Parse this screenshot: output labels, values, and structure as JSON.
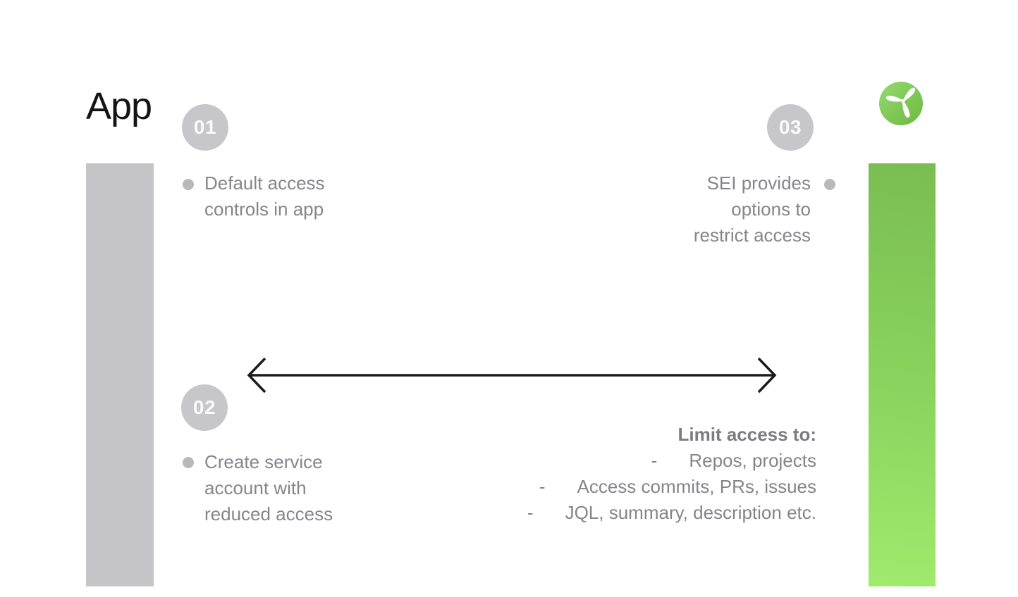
{
  "title": "App",
  "steps": [
    {
      "number": "01",
      "lines": [
        "Default access",
        "controls in app"
      ],
      "align": "left"
    },
    {
      "number": "02",
      "lines": [
        "Create service",
        "account with",
        "reduced access"
      ],
      "align": "left"
    },
    {
      "number": "03",
      "lines": [
        "SEI provides",
        "options to",
        "restrict access"
      ],
      "align": "right"
    }
  ],
  "limit_list": {
    "title": "Limit access to:",
    "dash": "-",
    "items": [
      "Repos, projects",
      "Access commits, PRs, issues",
      "JQL, summary, description etc."
    ]
  },
  "icons": {
    "logo": "turbine-icon",
    "arrow": "bidirectional-arrow-icon",
    "bullet": "dot-icon"
  },
  "colors": {
    "gray_bar": "#c5c5c7",
    "green_bar_top": "#7abd52",
    "green_bar_bottom": "#a0ea6d",
    "step_circle": "#c7c7c9",
    "step_number_text": "#fafafa",
    "body_text": "#85858b",
    "limit_title_text": "#7b7b83",
    "bullet_dot": "#b9b9bd",
    "arrow": "#1c1c1e",
    "logo_green_light": "#94da6e",
    "logo_green_dark": "#6db843",
    "title_text": "#141414",
    "background": "#ffffff"
  }
}
